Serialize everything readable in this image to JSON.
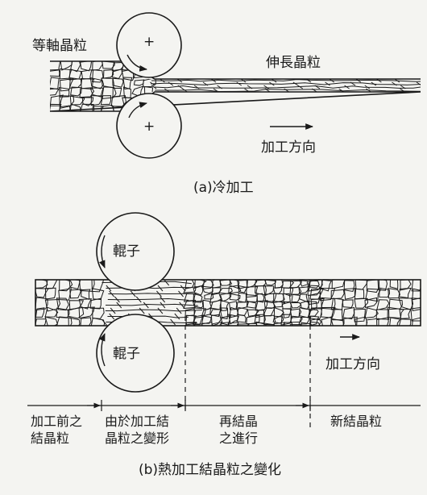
{
  "diagram_a": {
    "label_equiaxed": "等軸晶粒",
    "label_elongated": "伸長晶粒",
    "label_direction": "加工方向",
    "roll_mark_top": "+",
    "roll_mark_bottom": "+",
    "caption": "(a)冷加工"
  },
  "diagram_b": {
    "roller_top": "輥子",
    "roller_bottom": "輥子",
    "label_direction": "加工方向",
    "stages": [
      "加工前之\n結晶粒",
      "由於加工結\n晶粒之變形",
      "再結晶\n之進行",
      "新結晶粒"
    ],
    "caption": "(b)熱加工結晶粒之變化"
  },
  "colors": {
    "ink": "#1a1a1a",
    "paper": "#f4f4f1"
  }
}
